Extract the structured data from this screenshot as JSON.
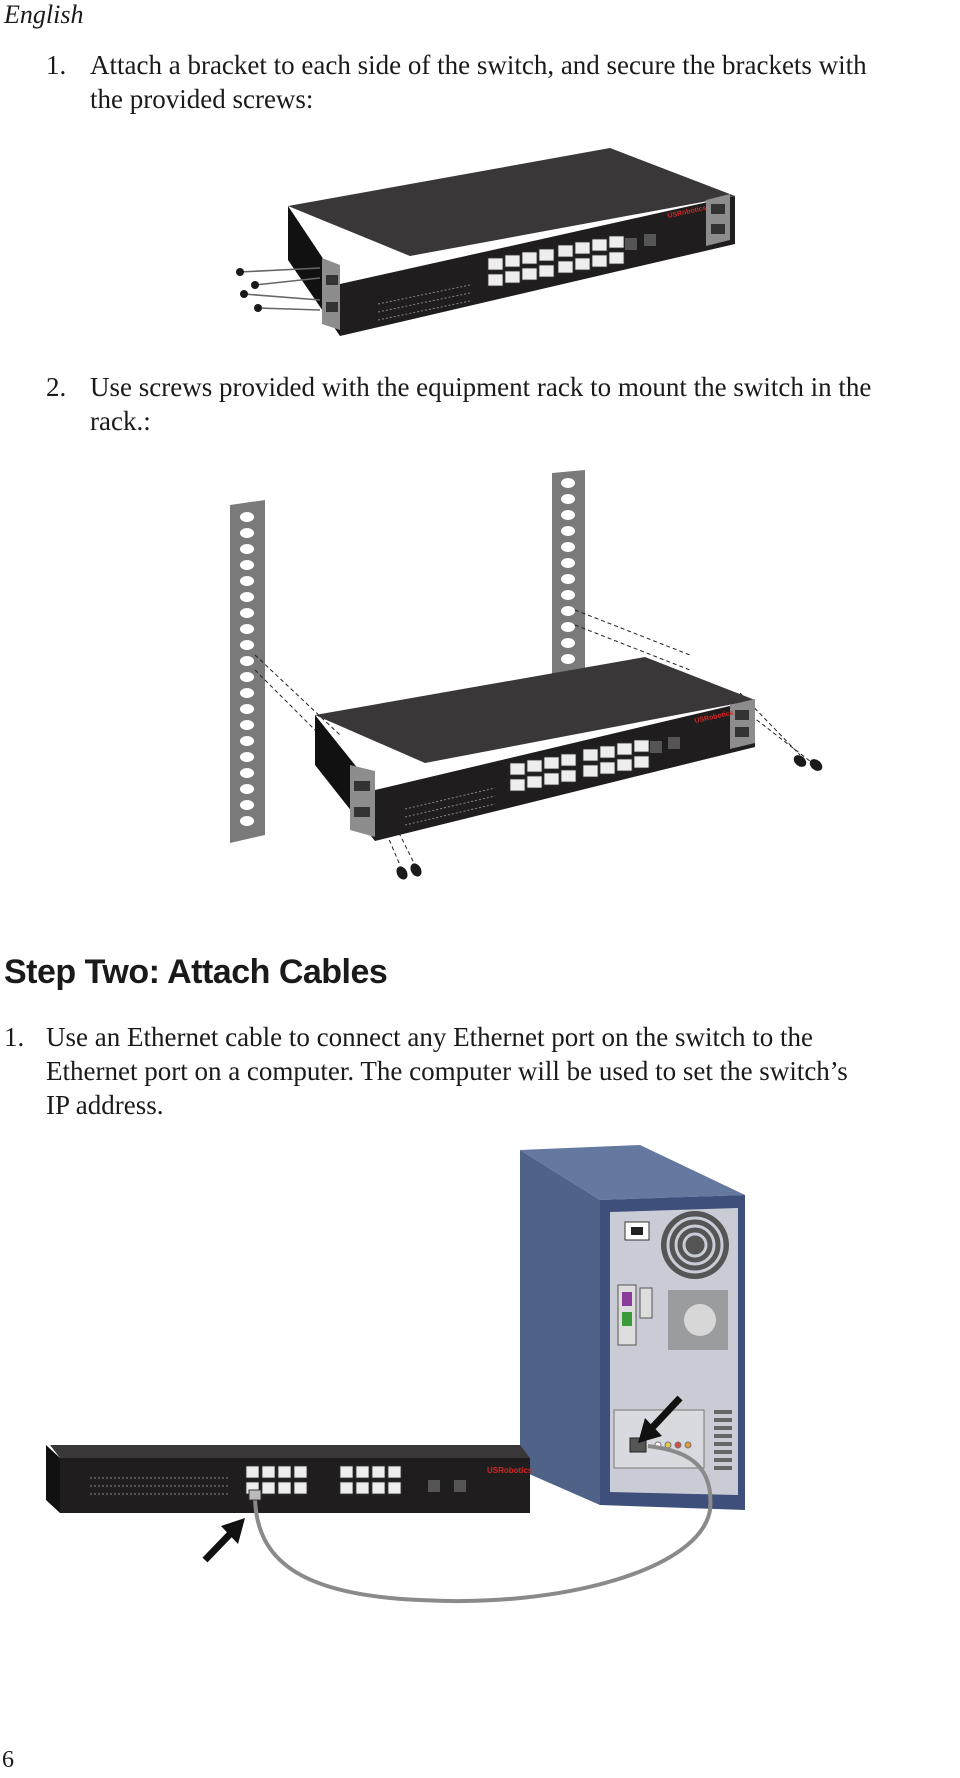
{
  "header": {
    "language": "English"
  },
  "mounting": {
    "step1_number": "1.",
    "step1_line1": "Attach a bracket to each side of the switch, and secure the brackets with",
    "step1_line2": "the provided screws:",
    "step2_number": "2.",
    "step2_line1": "Use screws provided with the equipment rack to mount the switch in the",
    "step2_line2": "rack.:"
  },
  "cables": {
    "heading": "Step Two: Attach Cables",
    "step1_number": "1.",
    "step1_line1": "Use an Ethernet cable to connect any Ethernet port on the switch to the",
    "step1_line2": "Ethernet port on a computer. The computer will be used to set the switch’s",
    "step1_line3": "IP address."
  },
  "brand": {
    "logo_text": "USRobotics",
    "accent": "#d32626"
  },
  "colors": {
    "switch_body": "#1f1d1e",
    "rack_rail": "#7a7a7a",
    "pc_case": "#4f6288",
    "pc_panel": "#c9ccd4"
  },
  "footer": {
    "page_number": "6"
  }
}
